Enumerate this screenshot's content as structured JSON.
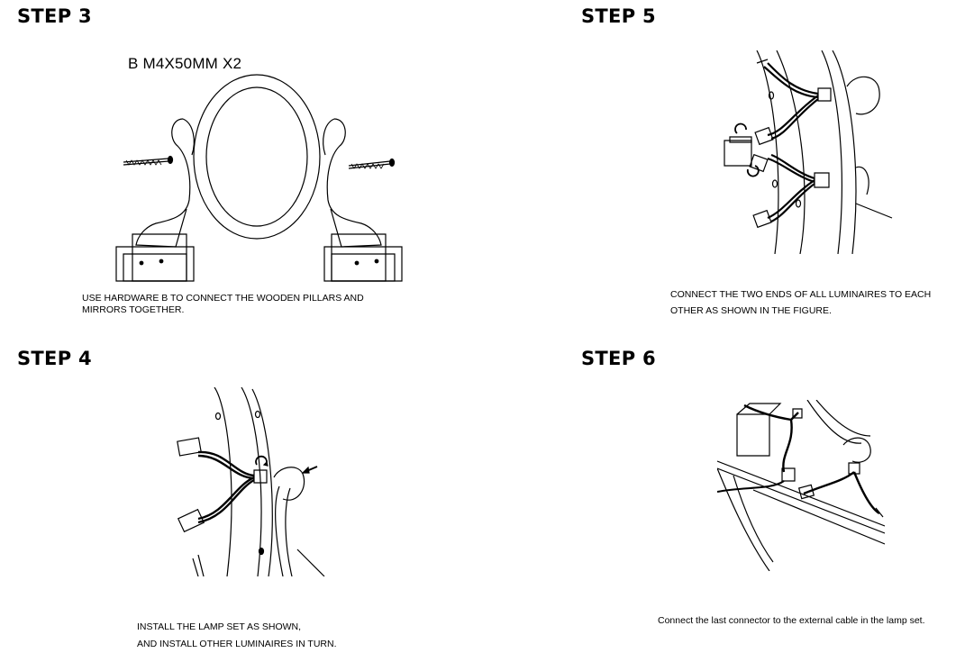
{
  "steps": {
    "step3": {
      "title": "STEP 3",
      "hardware_label": "B M4X50MM X2",
      "caption_lines": [
        "USE HARDWARE B TO CONNECT THE WOODEN PILLARS AND",
        "MIRRORS TOGETHER."
      ]
    },
    "step4": {
      "title": "STEP 4",
      "caption_lines": [
        "INSTALL THE LAMP SET AS SHOWN,",
        "AND INSTALL OTHER LUMINAIRES IN TURN."
      ]
    },
    "step5": {
      "title": "STEP 5",
      "caption_lines": [
        "CONNECT THE TWO ENDS OF ALL LUMINAIRES TO EACH",
        "OTHER AS SHOWN IN THE FIGURE."
      ]
    },
    "step6": {
      "title": "STEP 6",
      "caption_lines": [
        "Connect the last connector to the external cable in the lamp set."
      ]
    }
  }
}
